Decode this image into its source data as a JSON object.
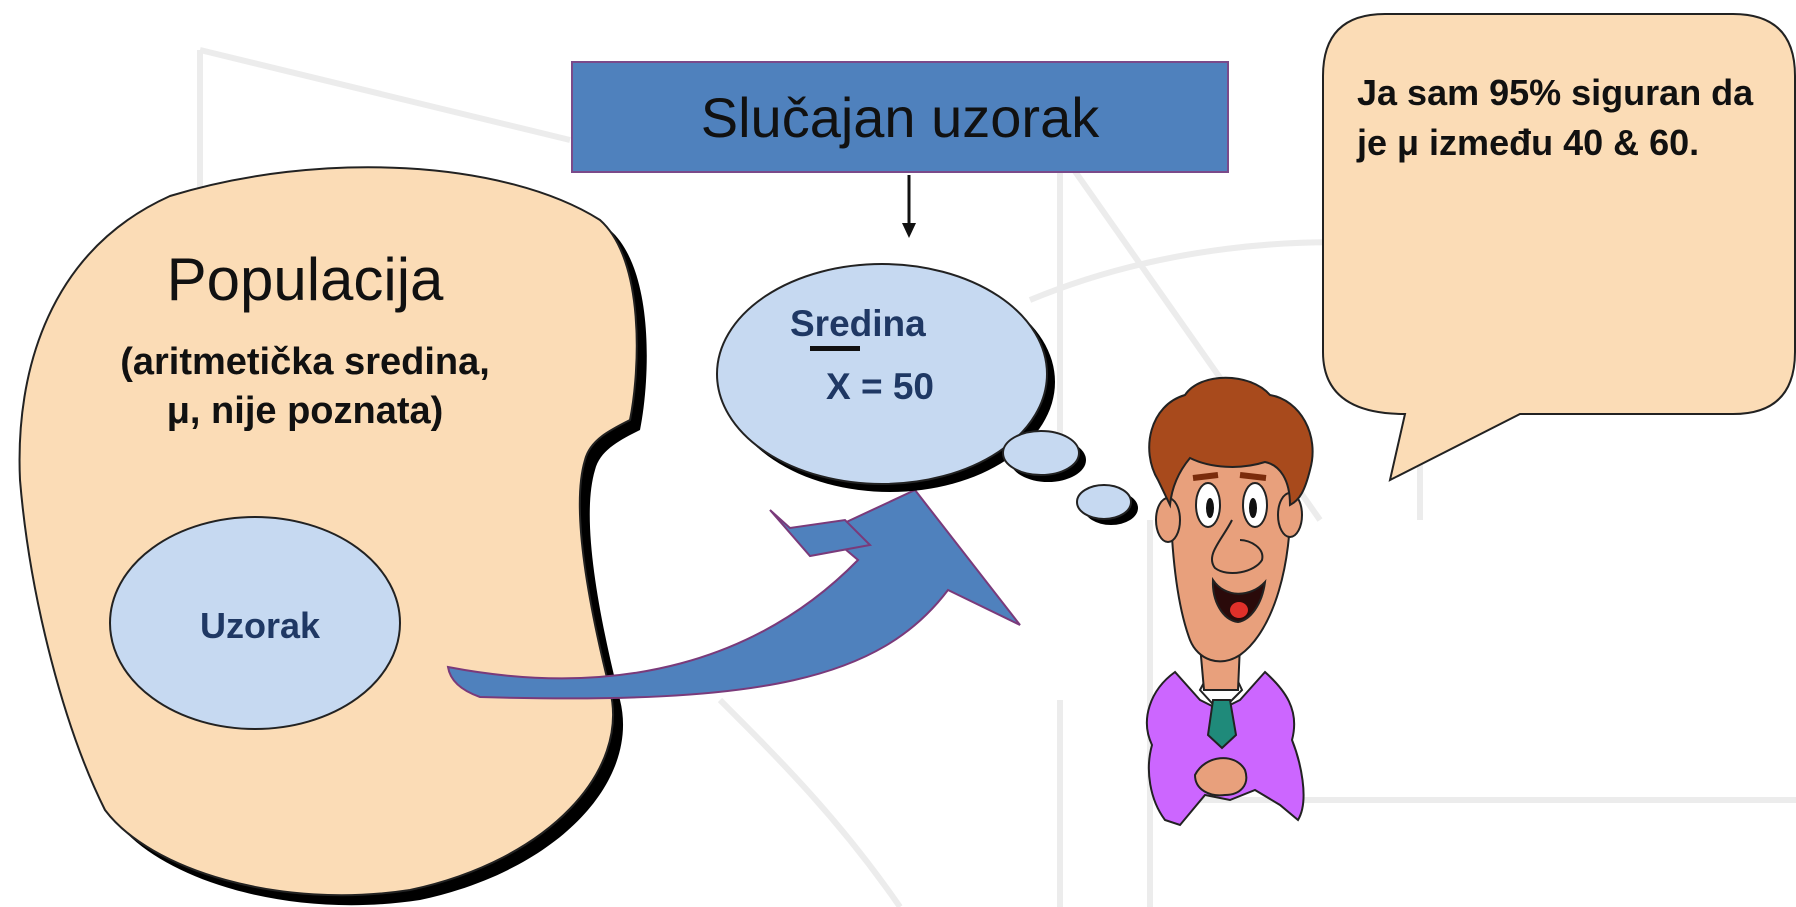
{
  "title": "Slučajan uzorak",
  "population": {
    "title": "Populacija",
    "line1": "(aritmetička sredina,",
    "line2": "μ, nije poznata)"
  },
  "sample": {
    "label": "Uzorak"
  },
  "thought": {
    "mean_label": "Sredina",
    "mean_value": "X = 50"
  },
  "speech": {
    "text": "Ja sam 95% siguran da je μ između 40 & 60."
  },
  "colors": {
    "title_box": "#4f81bd",
    "population_blob": "#fbdcb6",
    "ellipse_fill": "#c6d9f1",
    "arrow_fill": "#4f81bd",
    "speech_bubble": "#fbdcb6",
    "label_text": "#1f3864",
    "jacket": "#cc66ff",
    "tie": "#1f8a7a",
    "skin": "#e8a07c",
    "hair": "#a84a1c"
  }
}
